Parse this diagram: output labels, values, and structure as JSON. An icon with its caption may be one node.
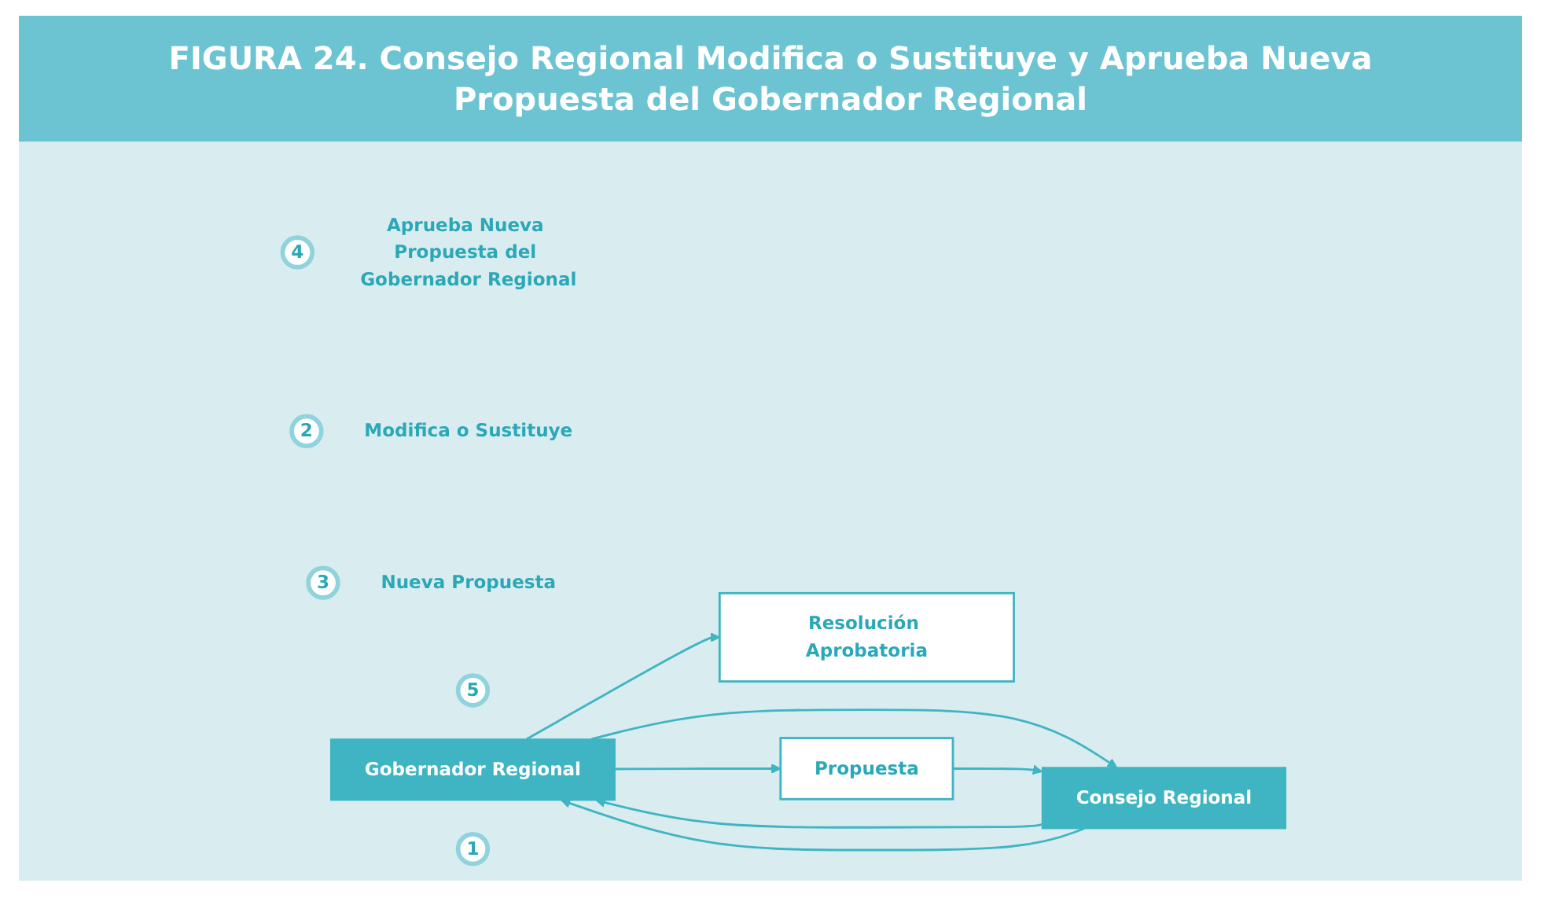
{
  "diagram": {
    "title": "FIGURA 24. Consejo Regional Modifica o Sustituye y Aprueba Nueva Propuesta del Gobernador Regional",
    "nodes": [
      {
        "text": [
          "Resolución Aprobatoria"
        ]
      },
      {
        "text": [
          "3"
        ],
        "beside": [
          "Nueva Propuesta"
        ]
      },
      {
        "text": [
          "5"
        ]
      },
      {
        "text": [
          "Gobernador Regional"
        ]
      },
      {
        "text": [
          "Propuesta"
        ]
      },
      {
        "text": [
          "1"
        ]
      },
      {
        "text": [
          "Consejo Regional"
        ]
      },
      {
        "text": [
          "2"
        ],
        "beside": [
          "Modifica o Sustituye"
        ]
      },
      {
        "text": [
          "4"
        ],
        "beside": [
          "Aprueba Nueva Propuesta del Gobernador Regional"
        ]
      }
    ],
    "edges": [
      {
        "from": 3,
        "to": 0,
        "arrow": "to"
      },
      {
        "from": 3,
        "to": 6,
        "arrow": "to"
      },
      {
        "from": 3,
        "to": 4,
        "arrow": "to"
      },
      {
        "from": 4,
        "to": 6,
        "arrow": "to"
      },
      {
        "from": 6,
        "to": 3,
        "arrow": "to"
      },
      {
        "from": 6,
        "to": 3,
        "arrow": "to"
      }
    ]
  }
}
